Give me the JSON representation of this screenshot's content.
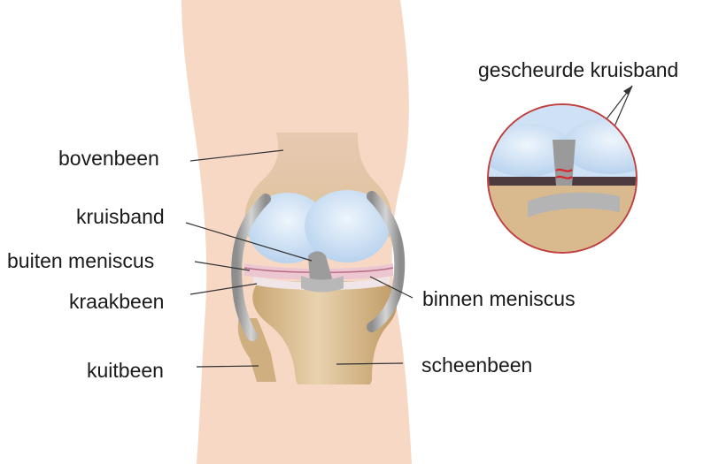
{
  "labels": {
    "bovenbeen": "bovenbeen",
    "kruisband": "kruisband",
    "buiten_meniscus": "buiten meniscus",
    "kraakbeen": "kraakbeen",
    "kuitbeen": "kuitbeen",
    "binnen_meniscus": "binnen meniscus",
    "scheenbeen": "scheenbeen",
    "gescheurde_kruisband": "gescheurde kruisband"
  },
  "colors": {
    "skin": "#f6d8c5",
    "bone": "#dcc29a",
    "bone_shadow": "#b8935f",
    "cartilage": "#c9dff3",
    "meniscus": "#f1dbe2",
    "ligament": "#a9a9a9",
    "tear": "#d9262c",
    "leader_line": "#333333"
  }
}
